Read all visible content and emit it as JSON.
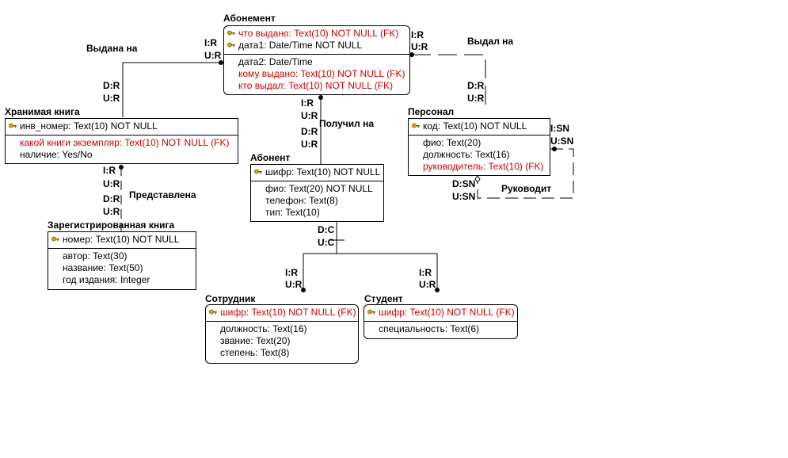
{
  "entities": {
    "abonement": {
      "title": "Абонемент",
      "keys": [
        {
          "text": "что выдано: Text(10) NOT NULL (FK)",
          "fk": true
        },
        {
          "text": "дата1: Date/Time NOT NULL",
          "fk": false
        }
      ],
      "attrs": [
        {
          "text": "дата2: Date/Time",
          "fk": false
        },
        {
          "text": "кому выдано: Text(10) NOT NULL (FK)",
          "fk": true
        },
        {
          "text": "кто выдал: Text(10) NOT NULL (FK)",
          "fk": true
        }
      ]
    },
    "book": {
      "title": "Хранимая книга",
      "keys": [
        {
          "text": "инв_номер: Text(10) NOT NULL",
          "fk": false
        }
      ],
      "attrs": [
        {
          "text": "какой книги экземпляр: Text(10) NOT NULL (FK)",
          "fk": true
        },
        {
          "text": "наличие: Yes/No",
          "fk": false
        }
      ]
    },
    "staff": {
      "title": "Персонал",
      "keys": [
        {
          "text": "код: Text(10) NOT NULL",
          "fk": false
        }
      ],
      "attrs": [
        {
          "text": "фио: Text(20)",
          "fk": false
        },
        {
          "text": "должность: Text(16)",
          "fk": false
        },
        {
          "text": "руководитель: Text(10) (FK)",
          "fk": true
        }
      ]
    },
    "subscriber": {
      "title": "Абонент",
      "keys": [
        {
          "text": "шифр: Text(10) NOT NULL",
          "fk": false
        }
      ],
      "attrs": [
        {
          "text": "фио: Text(20) NOT NULL",
          "fk": false
        },
        {
          "text": "телефон: Text(8)",
          "fk": false
        },
        {
          "text": "тип: Text(10)",
          "fk": false
        }
      ]
    },
    "regbook": {
      "title": "Зарегистрированная книга",
      "keys": [
        {
          "text": "номер: Text(10) NOT NULL",
          "fk": false
        }
      ],
      "attrs": [
        {
          "text": "автор: Text(30)",
          "fk": false
        },
        {
          "text": "название: Text(50)",
          "fk": false
        },
        {
          "text": "год издания: Integer",
          "fk": false
        }
      ]
    },
    "employee": {
      "title": "Сотрудник",
      "keys": [
        {
          "text": "шифр: Text(10) NOT NULL (FK)",
          "fk": true
        }
      ],
      "attrs": [
        {
          "text": "должность: Text(16)",
          "fk": false
        },
        {
          "text": "звание: Text(20)",
          "fk": false
        },
        {
          "text": "степень: Text(8)",
          "fk": false
        }
      ]
    },
    "student": {
      "title": "Студент",
      "keys": [
        {
          "text": "шифр: Text(10) NOT NULL (FK)",
          "fk": true
        }
      ],
      "attrs": [
        {
          "text": "специальность: Text(6)",
          "fk": false
        }
      ]
    }
  },
  "relationships": {
    "issued_on": "Выдана на",
    "issued_by": "Выдал на",
    "received": "Получил на",
    "represented": "Представлена",
    "manages": "Руководит"
  },
  "rules": {
    "ir": "I:R",
    "ur": "U:R",
    "dr": "D:R",
    "isn": "I:SN",
    "usn": "U:SN",
    "dsn": "D:SN",
    "dc": "D:C",
    "uc": "U:C"
  },
  "colors": {
    "fk_text": "#cc0000",
    "line": "#000000",
    "key_icon": "#d4b000"
  }
}
